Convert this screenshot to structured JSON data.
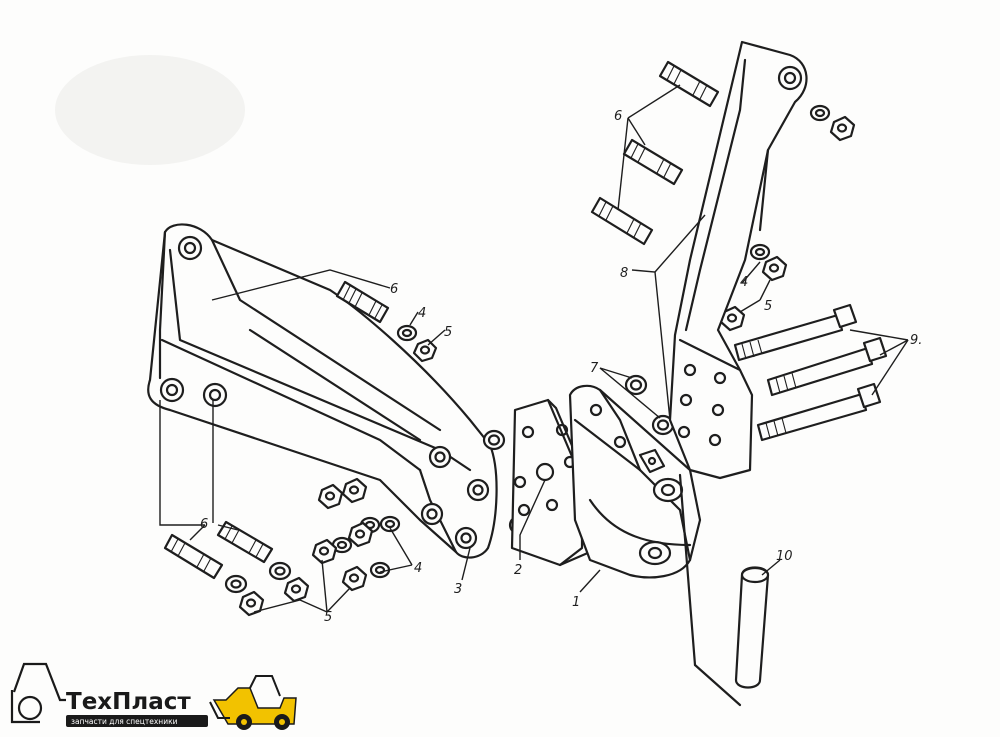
{
  "callouts": {
    "c1": "1",
    "c2": "2",
    "c3": "3",
    "c4a": "4",
    "c4b": "4",
    "c4c": "4",
    "c5a": "5",
    "c5b": "5",
    "c5c": "5",
    "c6a": "6",
    "c6b": "6",
    "c6c": "6",
    "c7": "7",
    "c8": "8",
    "c9": "9.",
    "c10": "10"
  },
  "logo": {
    "name": "ТехПласт",
    "tagline": "запчасти для спецтехники",
    "accent_color": "#f2c200",
    "dark_color": "#1a1a1a"
  }
}
